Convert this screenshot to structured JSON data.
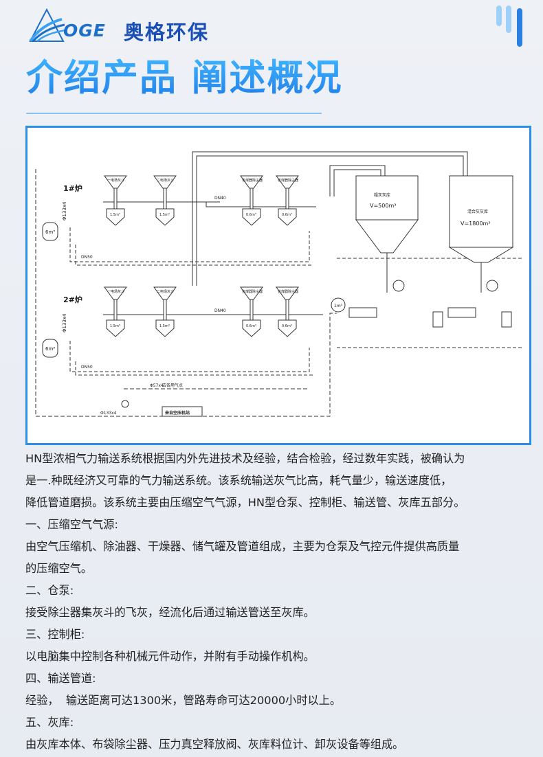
{
  "brand": {
    "logo_latin": "OGE",
    "logo_cn": "奥格环保",
    "accent_color": "#1f7ee8",
    "brand_color": "#1a4fb5"
  },
  "header": {
    "headline": "介绍产品 阐述概况"
  },
  "diagram": {
    "furnace_labels": [
      "1#炉",
      "2#炉"
    ],
    "hopper_labels": [
      "一电场灰斗",
      "二电场灰斗",
      "省煤器除尘器",
      "省煤器除尘器"
    ],
    "pump_volume_a": "1.5m³",
    "pump_volume_b": "0.6m³",
    "air_tank_label": "6m³",
    "pipe_main": "Φ133x4",
    "pipe_branch": "Φ57x4",
    "pipe_dn": "DN40",
    "pipe_dn2": "DN50",
    "silo_1_title": "粗灰灰库",
    "silo_1_volume": "V=500m³",
    "silo_2_title": "混合灰灰库",
    "silo_2_volume": "V=1800m³",
    "buffer_tank": "1m³",
    "air_source_label": "来自空压机站",
    "instrument_air_label": "去各用气点"
  },
  "body": {
    "intro": [
      "HN型浓相气力输送系统根据国内外先进技术及经验，结合检验，经过数年实践，被确认为",
      "是一.种既经济又可靠的气力输送系统。该系统输送灰气比高，耗气量少，输送速度低，",
      "降低管道磨损。该系统主要由压缩空气气源，HN型仓泵、控制柜、输送管、灰库五部分。"
    ],
    "s1_title": "一、压缩空气气源:",
    "s1_lines": [
      "由空气压缩机、除油器、干燥器、储气罐及管道组成，主要为仓泵及气控元件提供高质量",
      "的压缩空气。"
    ],
    "s2_title": "二、仓泵:",
    "s2_line": "接受除尘器集灰斗的飞灰，经流化后通过输送管送至灰库。",
    "s3_title": "三、控制柜:",
    "s3_line": "以电脑集中控制各种机械元件动作，并附有手动操作机构。",
    "s4_title": "四、输送管道:",
    "s4_line": "经验，  输送距离可达1300米，管路寿命可达20000小时以上。",
    "s5_title": "五、灰库:",
    "s5_line": "由灰库本体、布袋除尘器、压力真空释放阀、灰库料位计、卸灰设备等组成。"
  }
}
